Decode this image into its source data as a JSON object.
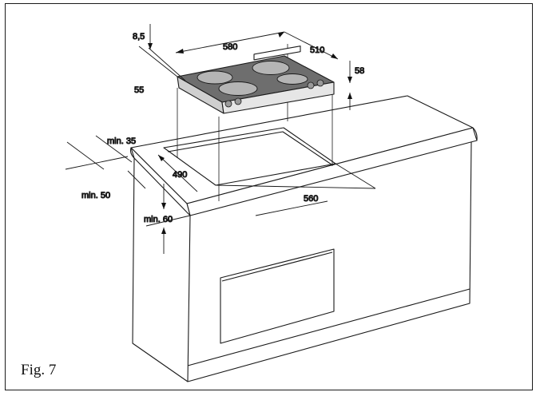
{
  "figure": {
    "caption": "Fig. 7",
    "dimensions": {
      "hob_width": "580",
      "hob_depth": "510",
      "hob_height": "58",
      "top_offset": "8,5",
      "wall_gap": "55",
      "min_rear": "min. 35",
      "min_front": "min. 50",
      "cutout_depth": "490",
      "cutout_width": "560",
      "min_below": "min. 60"
    }
  }
}
